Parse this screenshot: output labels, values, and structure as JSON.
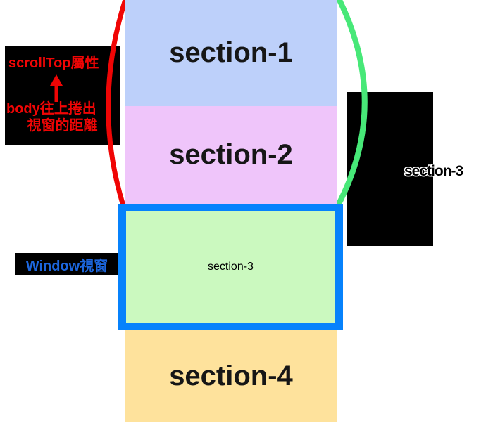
{
  "diagram": {
    "sections": [
      {
        "id": "section-1",
        "label": "section-1",
        "fill": "#bdd0fa"
      },
      {
        "id": "section-2",
        "label": "section-2",
        "fill": "#efc5fa"
      },
      {
        "id": "section-3",
        "label": "section-3",
        "fill": "#cbf9bf"
      },
      {
        "id": "section-4",
        "label": "section-4",
        "fill": "#fee29c"
      }
    ],
    "annotations": {
      "scrolltop": {
        "line1": "scrollTop屬性",
        "arrow_icon": "up-arrow-icon",
        "line2": "body往上捲出",
        "line3": "視窗的距離"
      },
      "window_label": "Window視窗",
      "right_label": "section-3"
    },
    "colors": {
      "red_accent": "#f00505",
      "green_accent": "#47e878",
      "window_border_blue": "#0682fc",
      "window_label_blue": "#1c66dd",
      "label_box_bg": "#000000",
      "section1_fill": "#bdd0fa",
      "section2_fill": "#efc5fa",
      "section3_fill": "#cbf9bf",
      "section4_fill": "#fee29c"
    }
  }
}
